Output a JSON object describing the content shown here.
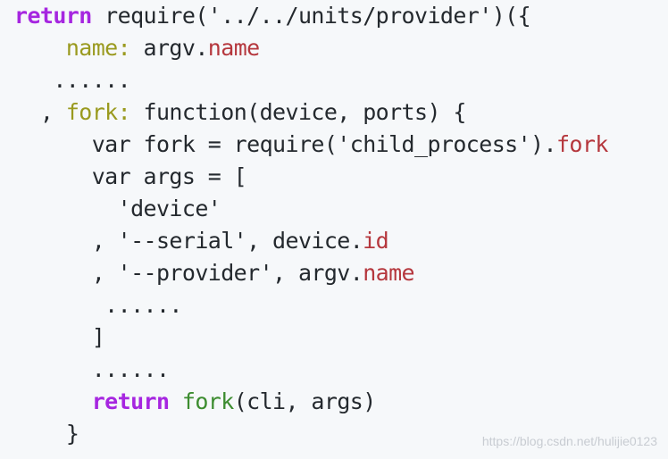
{
  "code_lines": [
    {
      "indent": "",
      "tokens": [
        {
          "t": "return",
          "c": "kw"
        },
        {
          "t": " require('../../units/provider')({",
          "c": ""
        }
      ]
    },
    {
      "indent": "    ",
      "tokens": [
        {
          "t": "name:",
          "c": "prop"
        },
        {
          "t": " argv.",
          "c": ""
        },
        {
          "t": "name",
          "c": "mem"
        }
      ]
    },
    {
      "indent": "   ",
      "tokens": [
        {
          "t": "......",
          "c": ""
        }
      ]
    },
    {
      "indent": "  ",
      "tokens": [
        {
          "t": ", ",
          "c": ""
        },
        {
          "t": "fork:",
          "c": "prop"
        },
        {
          "t": " function(device, ports) {",
          "c": ""
        }
      ]
    },
    {
      "indent": "      ",
      "tokens": [
        {
          "t": "var fork = require('child_process').",
          "c": ""
        },
        {
          "t": "fork",
          "c": "mem"
        }
      ]
    },
    {
      "indent": "      ",
      "tokens": [
        {
          "t": "var args = [",
          "c": ""
        }
      ]
    },
    {
      "indent": "        ",
      "tokens": [
        {
          "t": "'device'",
          "c": ""
        }
      ]
    },
    {
      "indent": "      ",
      "tokens": [
        {
          "t": ", '--serial', device.",
          "c": ""
        },
        {
          "t": "id",
          "c": "mem"
        }
      ]
    },
    {
      "indent": "      ",
      "tokens": [
        {
          "t": ", '--provider', argv.",
          "c": ""
        },
        {
          "t": "name",
          "c": "mem"
        }
      ]
    },
    {
      "indent": "       ",
      "tokens": [
        {
          "t": "......",
          "c": ""
        }
      ]
    },
    {
      "indent": "      ",
      "tokens": [
        {
          "t": "]",
          "c": ""
        }
      ]
    },
    {
      "indent": "      ",
      "tokens": [
        {
          "t": "......",
          "c": ""
        }
      ]
    },
    {
      "indent": "      ",
      "tokens": [
        {
          "t": "return",
          "c": "kw"
        },
        {
          "t": " ",
          "c": ""
        },
        {
          "t": "fork",
          "c": "fn"
        },
        {
          "t": "(cli, args)",
          "c": ""
        }
      ]
    },
    {
      "indent": "    ",
      "tokens": [
        {
          "t": "}",
          "c": ""
        }
      ]
    }
  ],
  "watermark": "https://blog.csdn.net/hulijie0123"
}
